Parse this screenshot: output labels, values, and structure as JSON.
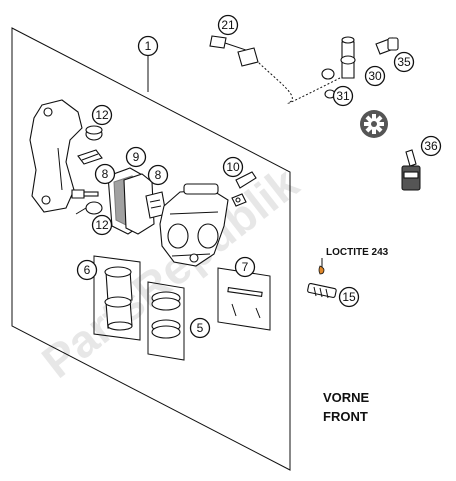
{
  "callouts": {
    "c1": "1",
    "c5": "5",
    "c6": "6",
    "c7": "7",
    "c8a": "8",
    "c8b": "8",
    "c9": "9",
    "c10": "10",
    "c12a": "12",
    "c12b": "12",
    "c15": "15",
    "c21": "21",
    "c30": "30",
    "c31": "31",
    "c35": "35",
    "c36": "36"
  },
  "labels": {
    "loctite": "LOCTITE 243",
    "vorne": "VORNE",
    "front": "FRONT"
  },
  "watermark": "PartsRepublik",
  "icons": {
    "settings_badge": "gear-icon"
  },
  "colors": {
    "accent_orange": "#e0882a",
    "line": "#111111"
  }
}
